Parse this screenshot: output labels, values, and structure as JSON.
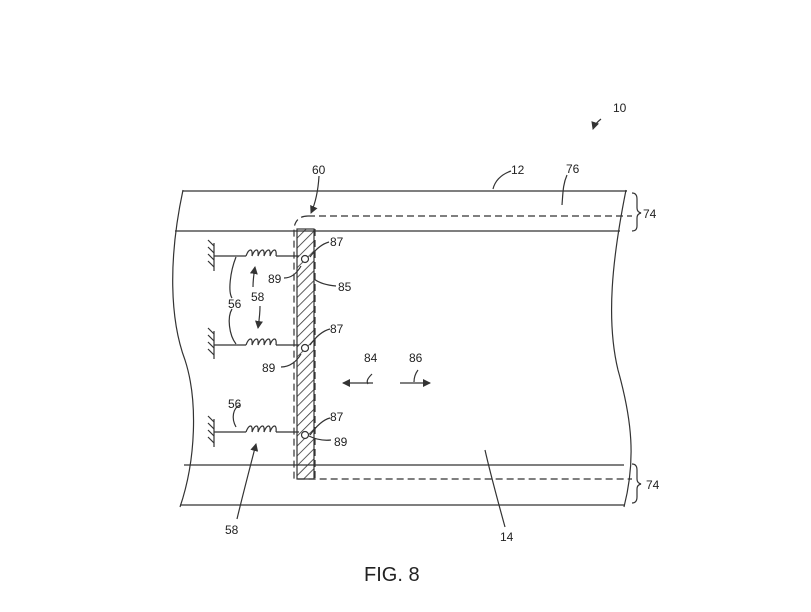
{
  "caption": "FIG. 8",
  "labels": {
    "assembly": "10",
    "wall": "12",
    "interior": "14",
    "anchor_top": "56",
    "anchor_bottom": "56",
    "springs_top": "58",
    "springs_bottom": "58",
    "gate": "60",
    "strip": "76",
    "brace_top": "74",
    "brace_bottom": "74",
    "dir_left": "84",
    "dir_right": "86",
    "plate": "85",
    "pin_top": "87",
    "pin_mid": "87",
    "pin_bot": "87",
    "ball_top": "89",
    "ball_mid": "89",
    "ball_bot": "89"
  }
}
